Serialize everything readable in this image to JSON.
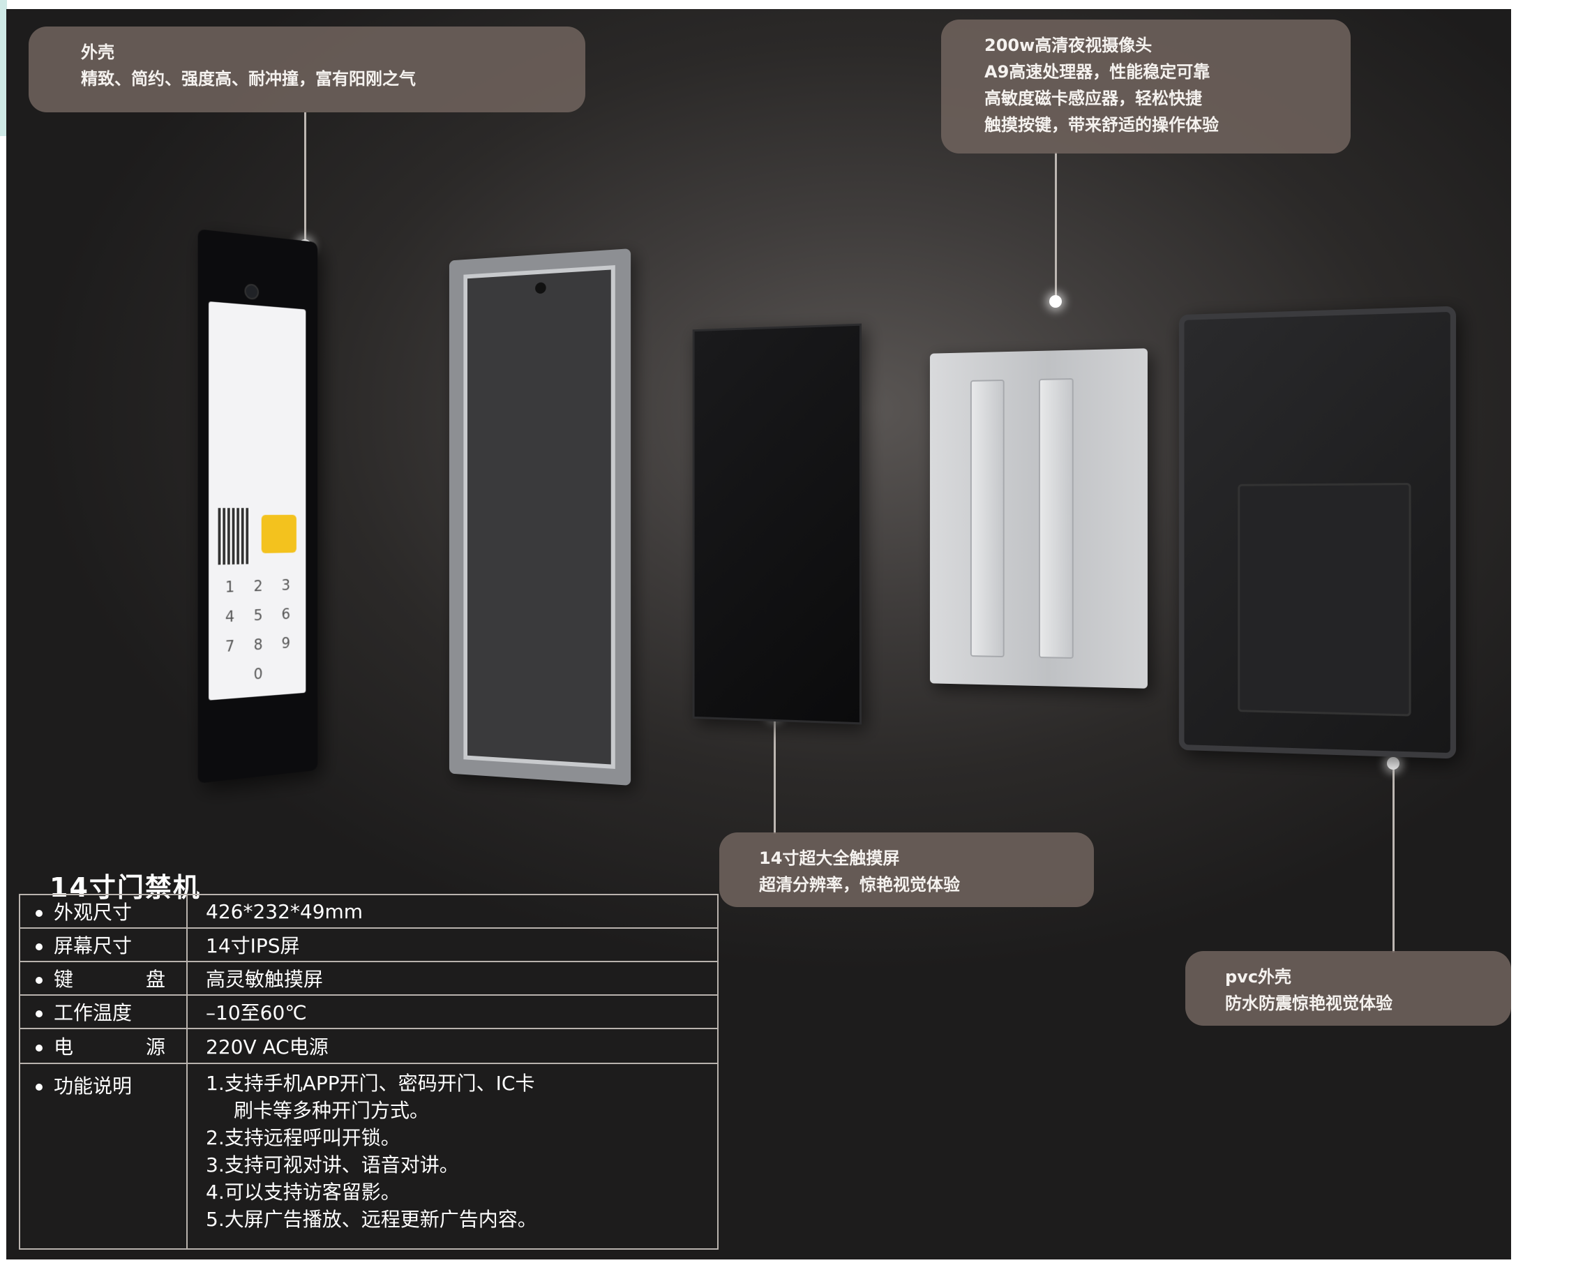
{
  "callouts": {
    "shell": {
      "lines": [
        "外壳",
        "精致、简约、强度高、耐冲撞，富有阳刚之气"
      ]
    },
    "camera": {
      "lines": [
        "200w高清夜视摄像头",
        "A9高速处理器，性能稳定可靠",
        "高敏度磁卡感应器，轻松快捷",
        "触摸按键，带来舒适的操作体验"
      ]
    },
    "screen": {
      "lines": [
        "14寸超大全触摸屏",
        "超清分辨率，惊艳视觉体验"
      ]
    },
    "pvc": {
      "lines": [
        "pvc外壳",
        "防水防震惊艳视觉体验"
      ]
    }
  },
  "device_screen": {
    "keypad": [
      "1",
      "2",
      "3",
      "4",
      "5",
      "6",
      "7",
      "8",
      "9",
      "",
      "0",
      ""
    ]
  },
  "product": {
    "title": "14寸门禁机",
    "specs": [
      {
        "label": "外观尺寸",
        "value": "426*232*49mm"
      },
      {
        "label": "屏幕尺寸",
        "value": "14寸IPS屏"
      },
      {
        "label": "键盘",
        "value": "高灵敏触摸屏"
      },
      {
        "label": "工作温度",
        "value": "–10至60℃"
      },
      {
        "label": "电源",
        "value": "220V AC电源"
      }
    ],
    "function": {
      "label": "功能说明",
      "lines": [
        "1.支持手机APP开门、密码开门、IC卡",
        "刷卡等多种开门方式。",
        "2.支持远程呼叫开锁。",
        "3.支持可视对讲、语音对讲。",
        "4.可以支持访客留影。",
        "5.大屏广告播放、远程更新广告内容。"
      ]
    }
  }
}
